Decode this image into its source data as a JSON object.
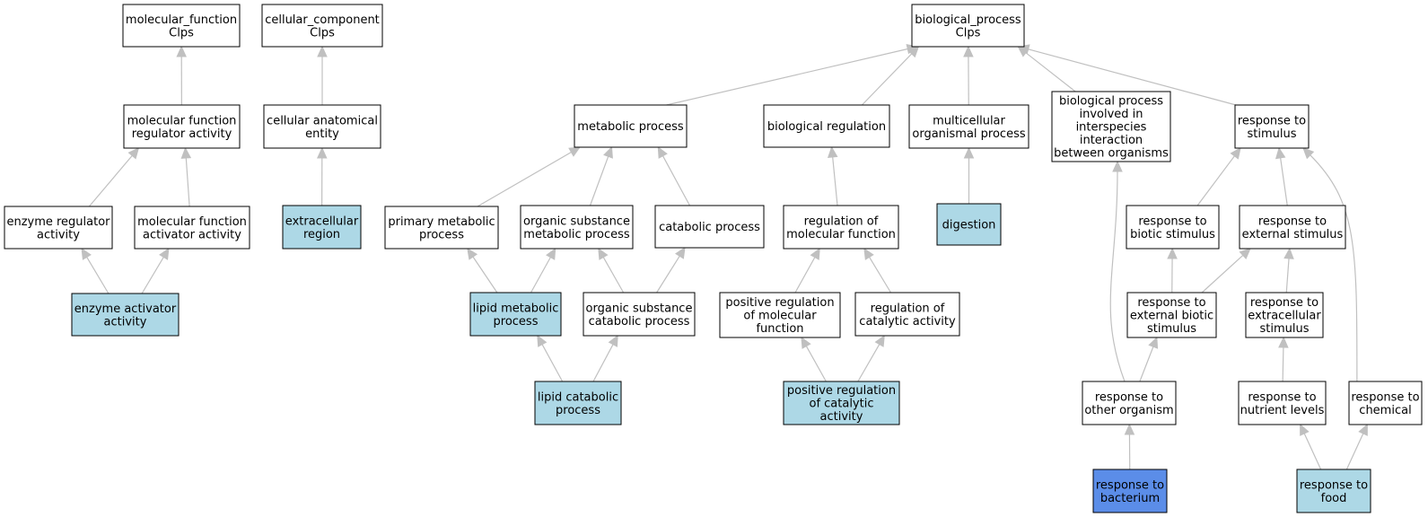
{
  "colors": {
    "default_fill": "#ffffff",
    "highlight_fill": "#add8e6",
    "focus_fill": "#5b8de8",
    "edge": "#c0c0c0",
    "border": "#000000"
  },
  "nodes": [
    {
      "id": "mf",
      "lines": [
        "molecular_function",
        "Clps"
      ],
      "style": "default"
    },
    {
      "id": "cc",
      "lines": [
        "cellular_component",
        "Clps"
      ],
      "style": "default"
    },
    {
      "id": "bp",
      "lines": [
        "biological_process",
        "Clps"
      ],
      "style": "default"
    },
    {
      "id": "mfra",
      "lines": [
        "molecular function",
        "regulator activity"
      ],
      "style": "default"
    },
    {
      "id": "cae",
      "lines": [
        "cellular anatomical",
        "entity"
      ],
      "style": "default"
    },
    {
      "id": "mp",
      "lines": [
        "metabolic process"
      ],
      "style": "default"
    },
    {
      "id": "br",
      "lines": [
        "biological regulation"
      ],
      "style": "default"
    },
    {
      "id": "mop",
      "lines": [
        "multicellular",
        "organismal process"
      ],
      "style": "default"
    },
    {
      "id": "bpii",
      "lines": [
        "biological process",
        "involved in",
        "interspecies",
        "interaction",
        "between organisms"
      ],
      "style": "default"
    },
    {
      "id": "rts",
      "lines": [
        "response to",
        "stimulus"
      ],
      "style": "default"
    },
    {
      "id": "era",
      "lines": [
        "enzyme regulator",
        "activity"
      ],
      "style": "default"
    },
    {
      "id": "mfaa",
      "lines": [
        "molecular function",
        "activator activity"
      ],
      "style": "default"
    },
    {
      "id": "er",
      "lines": [
        "extracellular",
        "region"
      ],
      "style": "highlight"
    },
    {
      "id": "pmp",
      "lines": [
        "primary metabolic",
        "process"
      ],
      "style": "default"
    },
    {
      "id": "osmp",
      "lines": [
        "organic substance",
        "metabolic process"
      ],
      "style": "default"
    },
    {
      "id": "cp",
      "lines": [
        "catabolic process"
      ],
      "style": "default"
    },
    {
      "id": "rmf",
      "lines": [
        "regulation of",
        "molecular function"
      ],
      "style": "default"
    },
    {
      "id": "dig",
      "lines": [
        "digestion"
      ],
      "style": "highlight"
    },
    {
      "id": "rbs",
      "lines": [
        "response to",
        "biotic stimulus"
      ],
      "style": "default"
    },
    {
      "id": "res",
      "lines": [
        "response to",
        "external stimulus"
      ],
      "style": "default"
    },
    {
      "id": "eaa",
      "lines": [
        "enzyme activator",
        "activity"
      ],
      "style": "highlight"
    },
    {
      "id": "lmp",
      "lines": [
        "lipid metabolic",
        "process"
      ],
      "style": "highlight"
    },
    {
      "id": "oscp",
      "lines": [
        "organic substance",
        "catabolic process"
      ],
      "style": "default"
    },
    {
      "id": "prmf",
      "lines": [
        "positive regulation",
        "of molecular",
        "function"
      ],
      "style": "default"
    },
    {
      "id": "rca",
      "lines": [
        "regulation of",
        "catalytic activity"
      ],
      "style": "default"
    },
    {
      "id": "rebs",
      "lines": [
        "response to",
        "external biotic",
        "stimulus"
      ],
      "style": "default"
    },
    {
      "id": "rexs",
      "lines": [
        "response to",
        "extracellular",
        "stimulus"
      ],
      "style": "default"
    },
    {
      "id": "lcp",
      "lines": [
        "lipid catabolic",
        "process"
      ],
      "style": "highlight"
    },
    {
      "id": "prca",
      "lines": [
        "positive regulation",
        "of catalytic",
        "activity"
      ],
      "style": "highlight"
    },
    {
      "id": "roo",
      "lines": [
        "response to",
        "other organism"
      ],
      "style": "default"
    },
    {
      "id": "rnl",
      "lines": [
        "response to",
        "nutrient levels"
      ],
      "style": "default"
    },
    {
      "id": "rtc",
      "lines": [
        "response to",
        "chemical"
      ],
      "style": "default"
    },
    {
      "id": "rtb",
      "lines": [
        "response to",
        "bacterium"
      ],
      "style": "focus"
    },
    {
      "id": "rtf",
      "lines": [
        "response to",
        "food"
      ],
      "style": "highlight"
    }
  ],
  "edges": [
    {
      "from": "mfra",
      "to": "mf"
    },
    {
      "from": "cae",
      "to": "cc"
    },
    {
      "from": "mp",
      "to": "bp"
    },
    {
      "from": "br",
      "to": "bp"
    },
    {
      "from": "mop",
      "to": "bp"
    },
    {
      "from": "bpii",
      "to": "bp"
    },
    {
      "from": "rts",
      "to": "bp"
    },
    {
      "from": "era",
      "to": "mfra"
    },
    {
      "from": "mfaa",
      "to": "mfra"
    },
    {
      "from": "er",
      "to": "cae"
    },
    {
      "from": "pmp",
      "to": "mp"
    },
    {
      "from": "osmp",
      "to": "mp"
    },
    {
      "from": "cp",
      "to": "mp"
    },
    {
      "from": "rmf",
      "to": "br"
    },
    {
      "from": "dig",
      "to": "mop"
    },
    {
      "from": "rbs",
      "to": "rts"
    },
    {
      "from": "res",
      "to": "rts"
    },
    {
      "from": "rtc",
      "to": "rts"
    },
    {
      "from": "eaa",
      "to": "era"
    },
    {
      "from": "eaa",
      "to": "mfaa"
    },
    {
      "from": "lmp",
      "to": "pmp"
    },
    {
      "from": "lmp",
      "to": "osmp"
    },
    {
      "from": "oscp",
      "to": "osmp"
    },
    {
      "from": "oscp",
      "to": "cp"
    },
    {
      "from": "prmf",
      "to": "rmf"
    },
    {
      "from": "rca",
      "to": "rmf"
    },
    {
      "from": "rebs",
      "to": "rbs"
    },
    {
      "from": "rebs",
      "to": "res"
    },
    {
      "from": "rexs",
      "to": "res"
    },
    {
      "from": "lcp",
      "to": "lmp"
    },
    {
      "from": "lcp",
      "to": "oscp"
    },
    {
      "from": "prca",
      "to": "prmf"
    },
    {
      "from": "prca",
      "to": "rca"
    },
    {
      "from": "roo",
      "to": "rebs"
    },
    {
      "from": "roo",
      "to": "bpii"
    },
    {
      "from": "rnl",
      "to": "rexs"
    },
    {
      "from": "rtb",
      "to": "roo"
    },
    {
      "from": "rtf",
      "to": "rnl"
    },
    {
      "from": "rtf",
      "to": "rtc"
    }
  ]
}
